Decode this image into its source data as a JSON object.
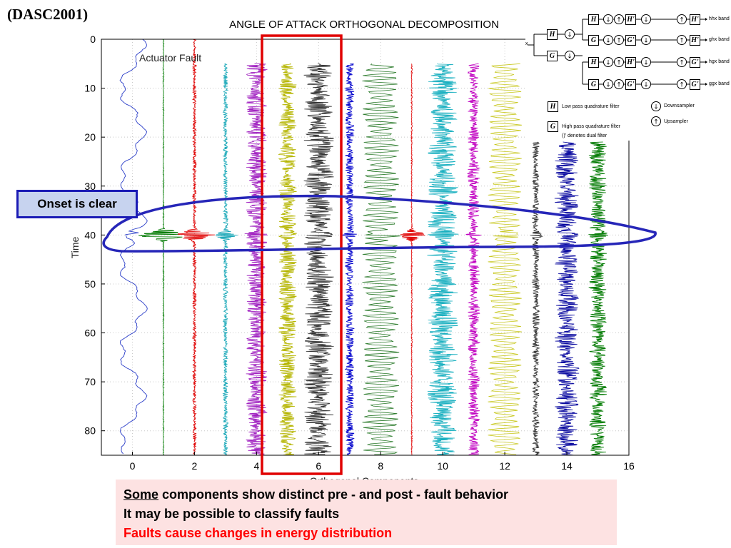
{
  "slide_tag": "(DASC2001)",
  "callout": "Onset is clear",
  "notes": {
    "line1_underlined": "Some",
    "line1_rest": " components show distinct pre - and post - fault behavior",
    "line2": "It may be possible to classify faults",
    "line3": "Faults cause changes in energy distribution"
  },
  "filter_bank": {
    "bands": [
      "hhx band",
      "ghx band",
      "hgx band",
      "ggx band"
    ],
    "legend_low": "Low pass quadrature filter",
    "legend_high": "High pass quadrature filter",
    "legend_dual": "()' denotes dual filter",
    "legend_down": "Downsampler",
    "legend_up": "Upsampler",
    "input_label": "x",
    "h": "H",
    "g": "G",
    "h_dual": "H'",
    "g_dual": "G'",
    "arrow_down": "↓",
    "arrow_up": "↑"
  },
  "chart_data": {
    "type": "line",
    "title": "ANGLE OF ATTACK ORTHOGONAL DECOMPOSITION",
    "xlabel": "Orthogonal Components",
    "ylabel": "Time",
    "annotation": "Actuator Fault",
    "xlim": [
      -1,
      16
    ],
    "ylim": [
      85,
      0
    ],
    "xticks": [
      0,
      2,
      4,
      6,
      8,
      10,
      12,
      14,
      16
    ],
    "yticks": [
      0,
      10,
      20,
      30,
      40,
      50,
      60,
      70,
      80
    ],
    "grid": true,
    "fault_onset_time": 40,
    "series": [
      {
        "offset": 0,
        "color": "#2a3dc8",
        "amplitude": 0.35,
        "start": 0,
        "kind": "raw"
      },
      {
        "offset": 1,
        "color": "#007a00",
        "amplitude": 0.02,
        "start": 0,
        "kind": "spike",
        "spike": 0.9
      },
      {
        "offset": 2,
        "color": "#e00000",
        "amplitude": 0.06,
        "start": 0,
        "kind": "spike",
        "spike": 0.7
      },
      {
        "offset": 3,
        "color": "#1aa8b8",
        "amplitude": 0.08,
        "start": 5,
        "kind": "spike",
        "spike": 0.4
      },
      {
        "offset": 4,
        "color": "#a020c0",
        "amplitude": 0.35,
        "start": 5,
        "kind": "dense"
      },
      {
        "offset": 5,
        "color": "#b5b500",
        "amplitude": 0.3,
        "start": 5,
        "kind": "dense"
      },
      {
        "offset": 6,
        "color": "#333333",
        "amplitude": 0.5,
        "start": 5,
        "kind": "dense"
      },
      {
        "offset": 7,
        "color": "#0000cc",
        "amplitude": 0.15,
        "start": 5,
        "kind": "dense"
      },
      {
        "offset": 8,
        "color": "#2a7a2a",
        "amplitude": 0.6,
        "start": 5,
        "kind": "wave"
      },
      {
        "offset": 9,
        "color": "#e00000",
        "amplitude": 0.02,
        "start": 5,
        "kind": "spike",
        "spike": 0.5
      },
      {
        "offset": 10,
        "color": "#1ab0c0",
        "amplitude": 0.5,
        "start": 5,
        "kind": "dense"
      },
      {
        "offset": 11,
        "color": "#c000c0",
        "amplitude": 0.2,
        "start": 5,
        "kind": "dense"
      },
      {
        "offset": 12,
        "color": "#c8c820",
        "amplitude": 0.55,
        "start": 5,
        "kind": "wave"
      },
      {
        "offset": 13,
        "color": "#333333",
        "amplitude": 0.12,
        "start": 21,
        "kind": "dense"
      },
      {
        "offset": 14,
        "color": "#0a0aa0",
        "amplitude": 0.4,
        "start": 21,
        "kind": "dense"
      },
      {
        "offset": 15,
        "color": "#007a00",
        "amplitude": 0.3,
        "start": 21,
        "kind": "dense"
      }
    ]
  }
}
